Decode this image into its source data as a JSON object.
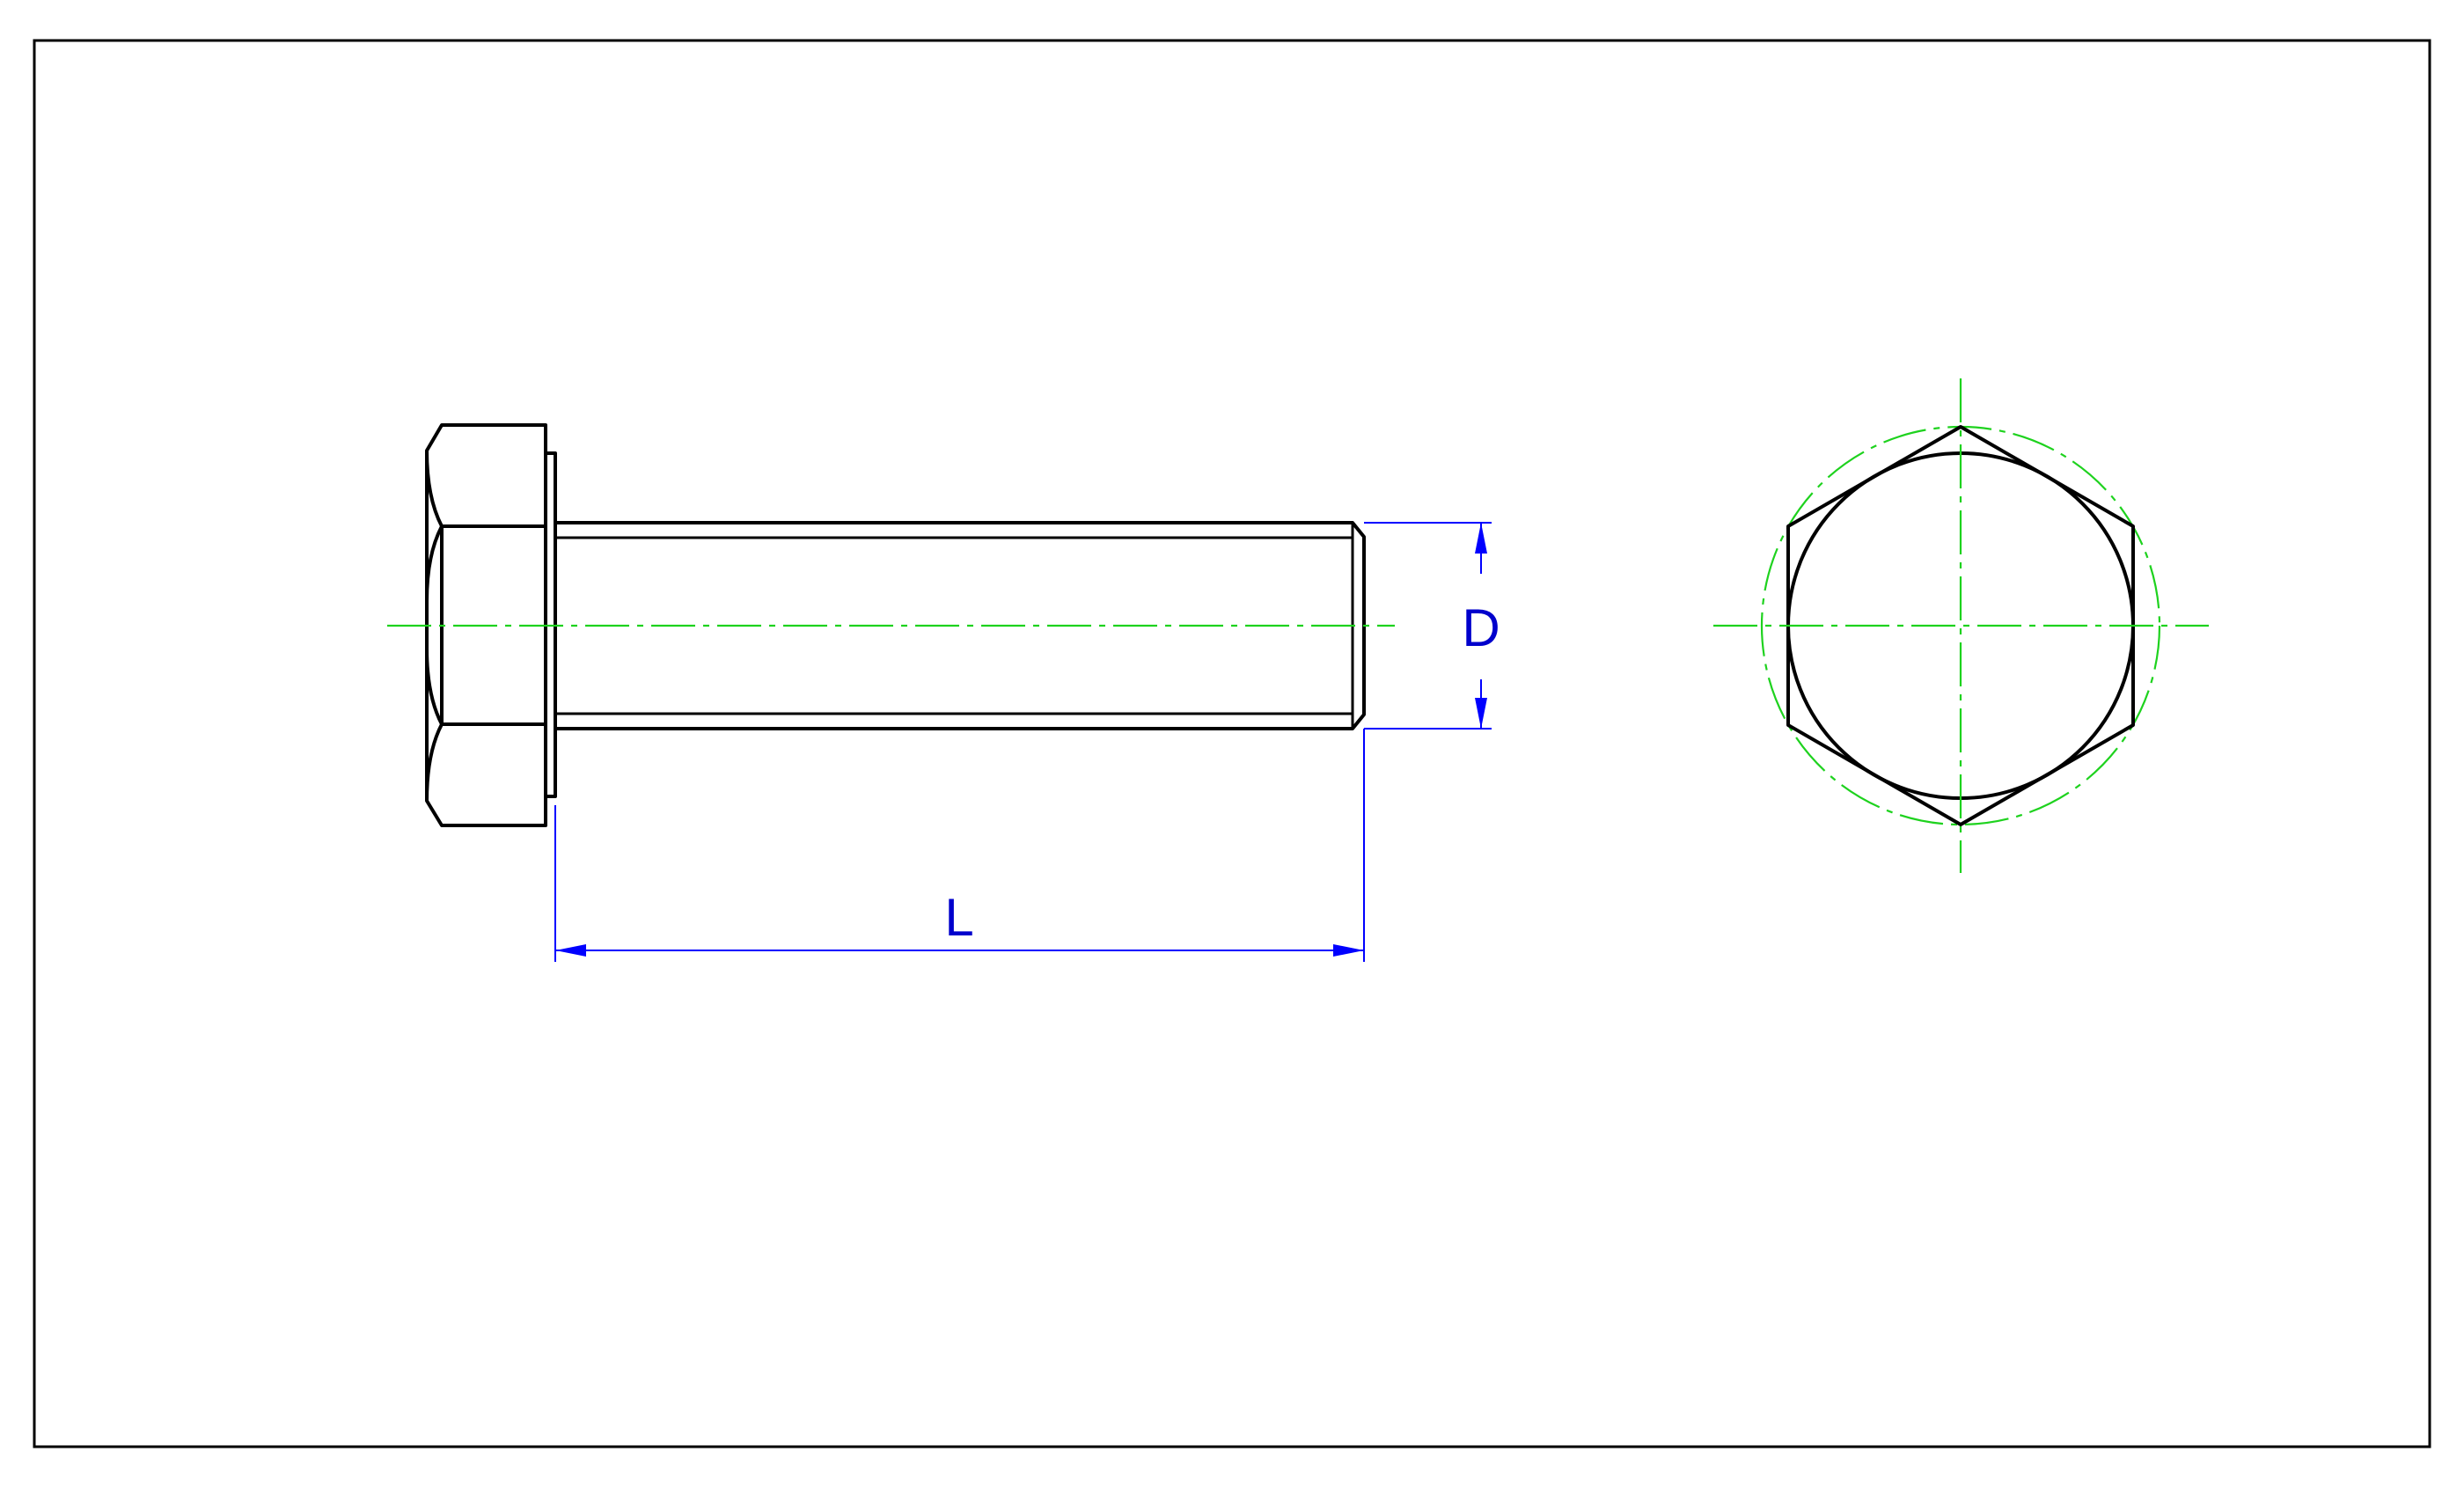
{
  "drawing": {
    "subject": "Hex head bolt",
    "dimensions": {
      "length_label": "L",
      "diameter_label": "D"
    },
    "colors": {
      "outline": "#000000",
      "centerline": "#1ed21e",
      "dimension": "#0000ff",
      "dimension_text": "#0000cc"
    }
  }
}
